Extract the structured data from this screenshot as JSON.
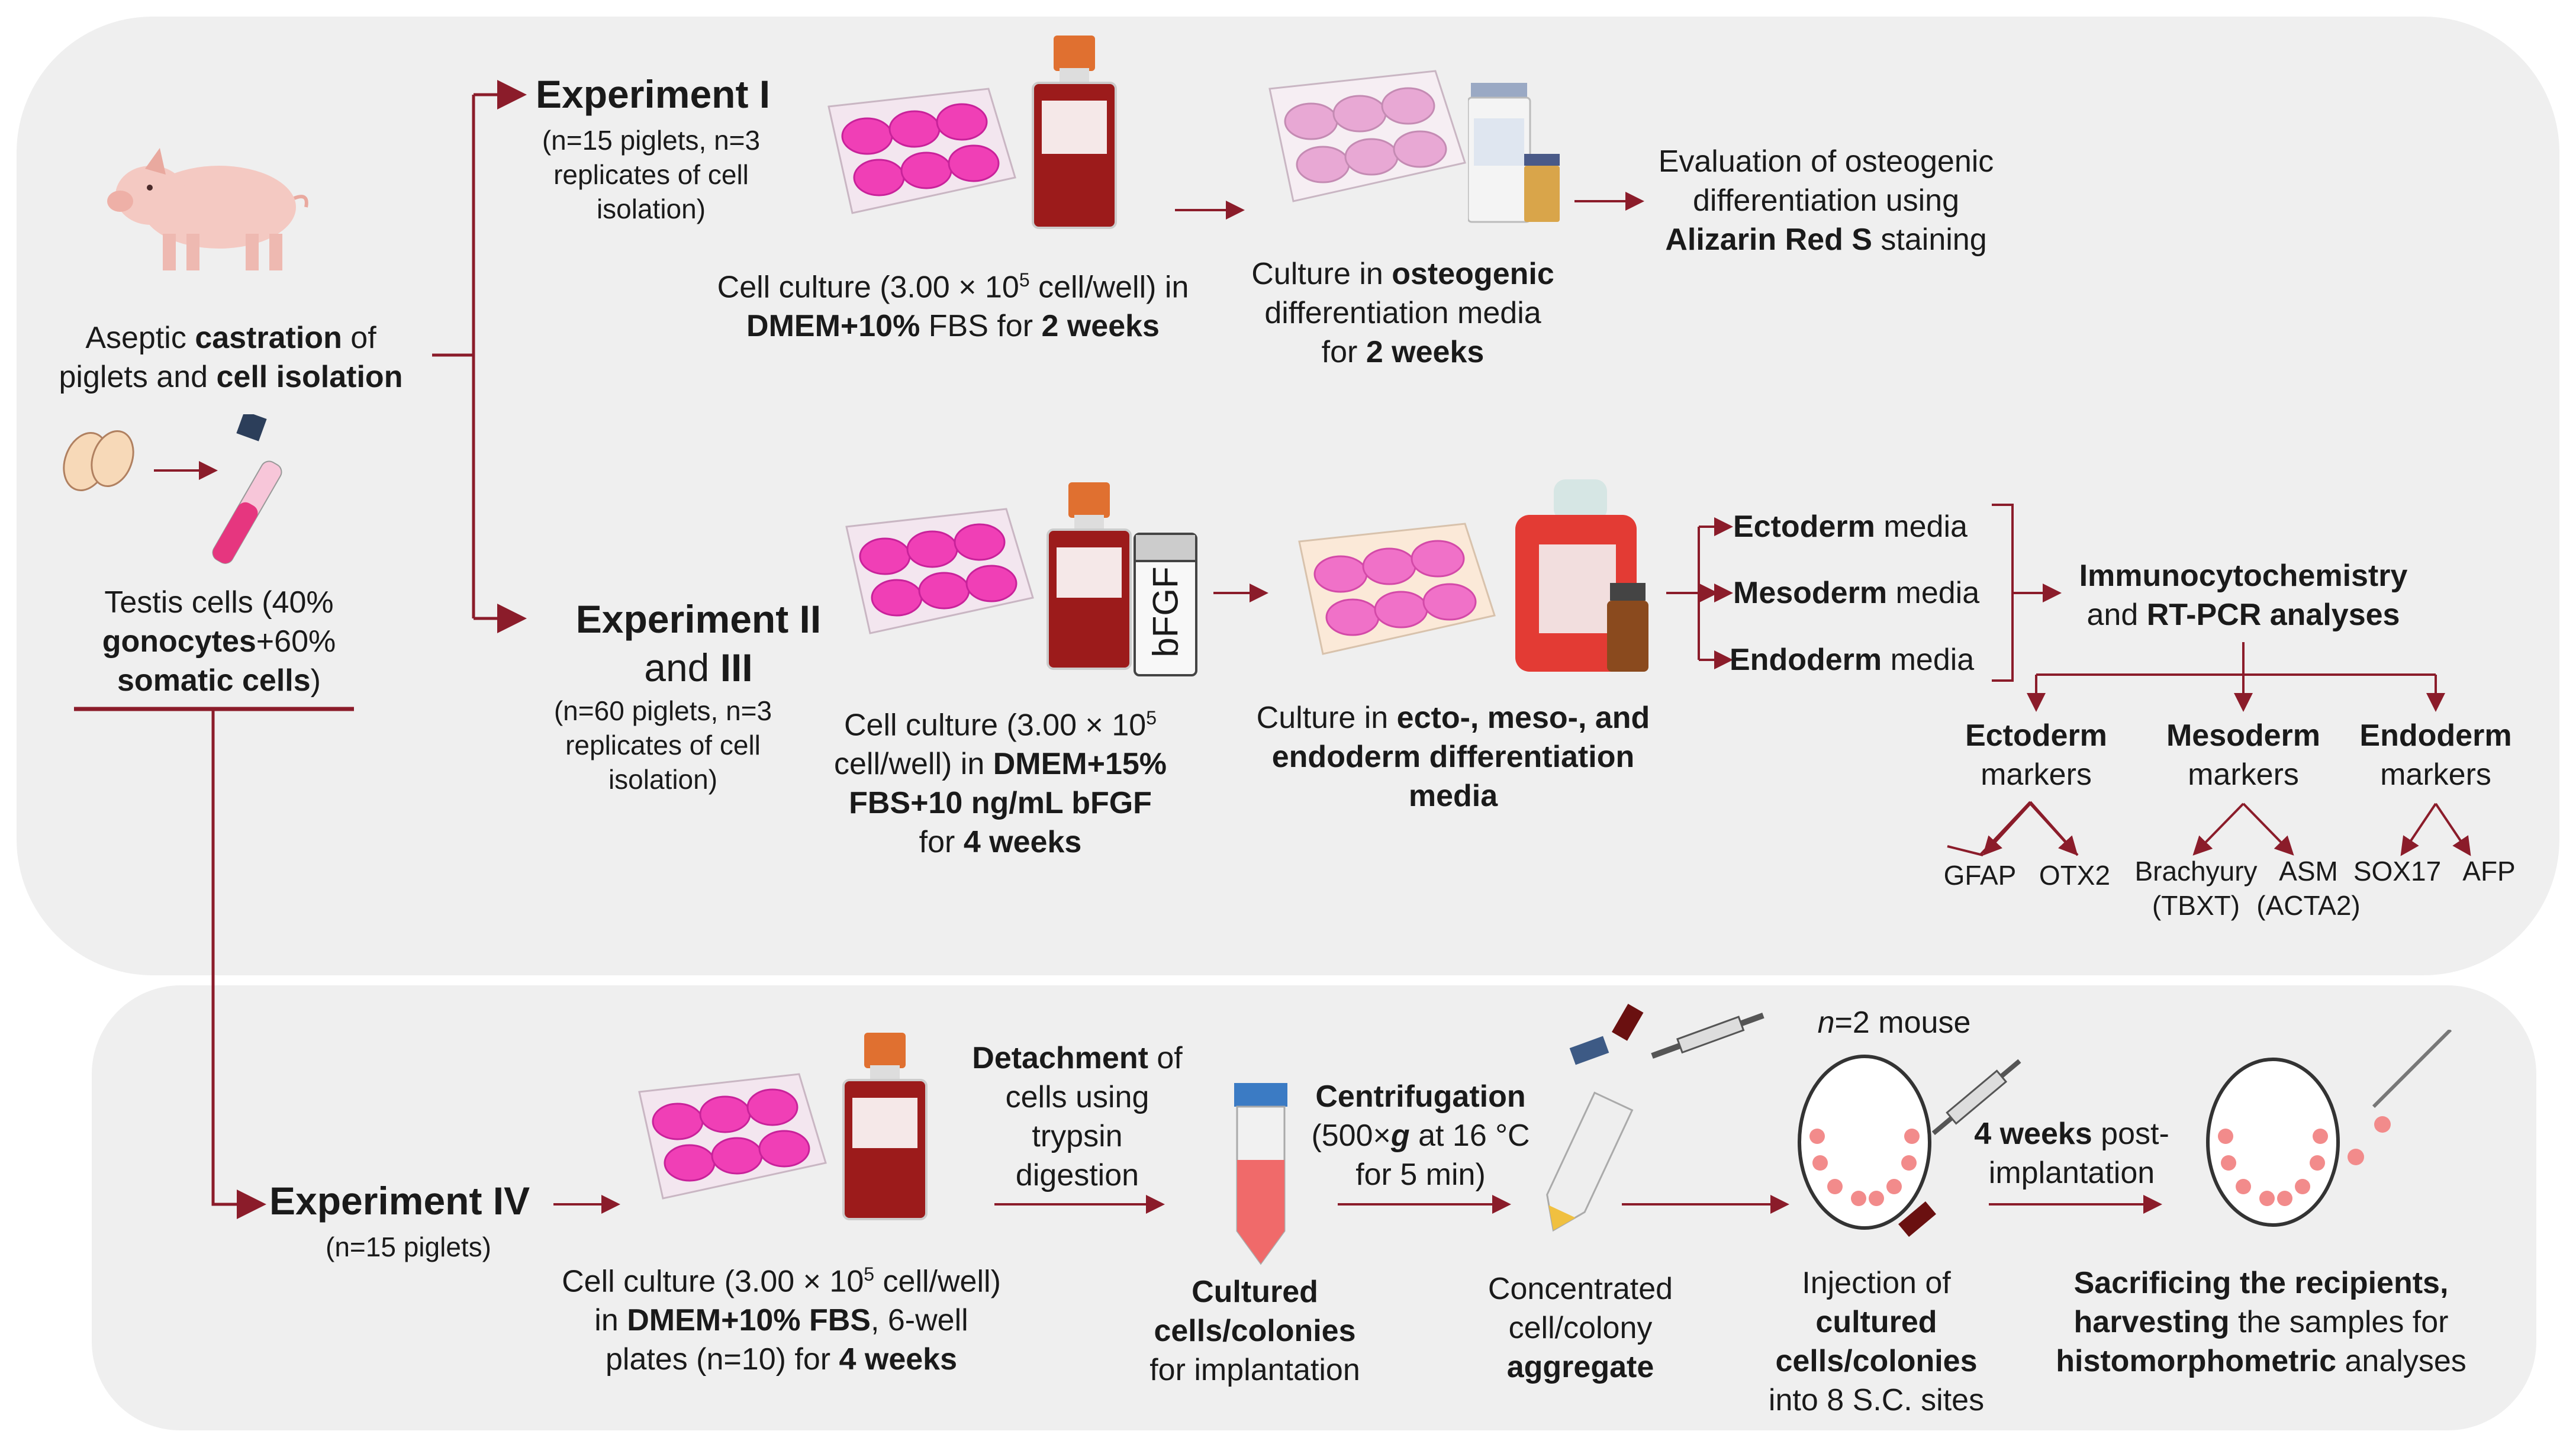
{
  "colors": {
    "arrow": "#8b1c2a",
    "panel": "#efefef",
    "medium_pink": "#f03fb6",
    "light_medium": "#e8a8d4",
    "flask_red": "#9c1b1b",
    "cap_orange": "#e07030",
    "tube_red": "#f06a6a",
    "mouse_dot": "#f28b8b"
  },
  "icons": [
    "pig-icon",
    "testes-icon",
    "tube-icon",
    "six-well-plate-icon",
    "culture-flask-icon",
    "bfgf-vial-icon",
    "media-bottle-icon",
    "falcon-tube-icon",
    "syringe-icon",
    "mouse-icon",
    "needle-icon"
  ],
  "source": {
    "title": [
      "Aseptic ",
      "castration",
      " of",
      "piglets and ",
      "cell isolation"
    ],
    "testis": [
      "Testis cells (40%",
      "gonocytes",
      "+60%",
      "somatic cells",
      ")"
    ]
  },
  "exp1": {
    "title": "Experiment I",
    "sub": [
      "(n=15 piglets, n=3",
      "replicates of cell",
      "isolation)"
    ],
    "step1": [
      "Cell culture (3.00 × 10",
      "5",
      " cell/well) in",
      "DMEM+10%",
      " FBS for ",
      "2 weeks"
    ],
    "step2": [
      "Culture in ",
      "osteogenic",
      "differentiation media",
      "for ",
      "2 weeks"
    ],
    "step3": [
      "Evaluation of osteogenic",
      "differentiation using",
      "Alizarin Red S",
      " staining"
    ]
  },
  "exp2": {
    "title1": "Experiment II",
    "title2a": "and ",
    "title2b": "III",
    "sub": [
      "(n=60 piglets, n=3",
      "replicates of cell",
      "isolation)"
    ],
    "vial_label": "bFGF",
    "step1": [
      "Cell culture (3.00 × 10",
      "5",
      "cell/well) in ",
      "DMEM+15%",
      "FBS+10 ng/mL bFGF",
      "for ",
      "4 weeks"
    ],
    "step2": [
      "Culture in ",
      "ecto-, meso-, and",
      "endoderm differentiation",
      "media"
    ],
    "media": [
      {
        "bold": "Ectoderm",
        "rest": " media"
      },
      {
        "bold": "Mesoderm",
        "rest": " media"
      },
      {
        "bold": "Endoderm",
        "rest": " media"
      }
    ],
    "analysis": [
      "Immunocytochemistry",
      "and ",
      "RT-PCR analyses"
    ],
    "marker_groups": [
      {
        "bold": "Ectoderm",
        "rest": "markers",
        "markers": [
          "GFAP",
          "OTX2"
        ]
      },
      {
        "bold": "Mesoderm",
        "rest": "markers",
        "markers": [
          "Brachyury",
          "ASM"
        ],
        "notes": [
          "(TBXT)",
          "(ACTA2)"
        ]
      },
      {
        "bold": "Endoderm",
        "rest": "markers",
        "markers": [
          "SOX17",
          "AFP"
        ]
      }
    ]
  },
  "exp4": {
    "title": "Experiment IV",
    "sub": "(n=15 piglets)",
    "step1": [
      "Cell culture (3.00 × 10",
      "5",
      " cell/well)",
      "in ",
      "DMEM+10% FBS",
      ", 6-well",
      "plates (n=10) for ",
      "4 weeks"
    ],
    "detach": [
      "Detachment",
      " of",
      "cells using",
      "trypsin",
      "digestion"
    ],
    "cultured": [
      "Cultured",
      "cells/colonies",
      "for implantation"
    ],
    "centrifuge": [
      "Centrifugation",
      "(500×",
      "g",
      " at 16 °C",
      "for 5 min)"
    ],
    "concentrated": [
      "Concentrated",
      "cell/colony",
      "aggregate"
    ],
    "mouse": [
      "n",
      "=2 mouse"
    ],
    "injection": [
      "Injection of",
      "cultured",
      "cells/colonies",
      "into 8 S.C. sites"
    ],
    "post": [
      "4 weeks",
      " post-",
      "implantation"
    ],
    "final": [
      "Sacrificing the recipients,",
      "harvesting",
      " the samples for",
      "histomorphometric",
      " analyses"
    ]
  }
}
